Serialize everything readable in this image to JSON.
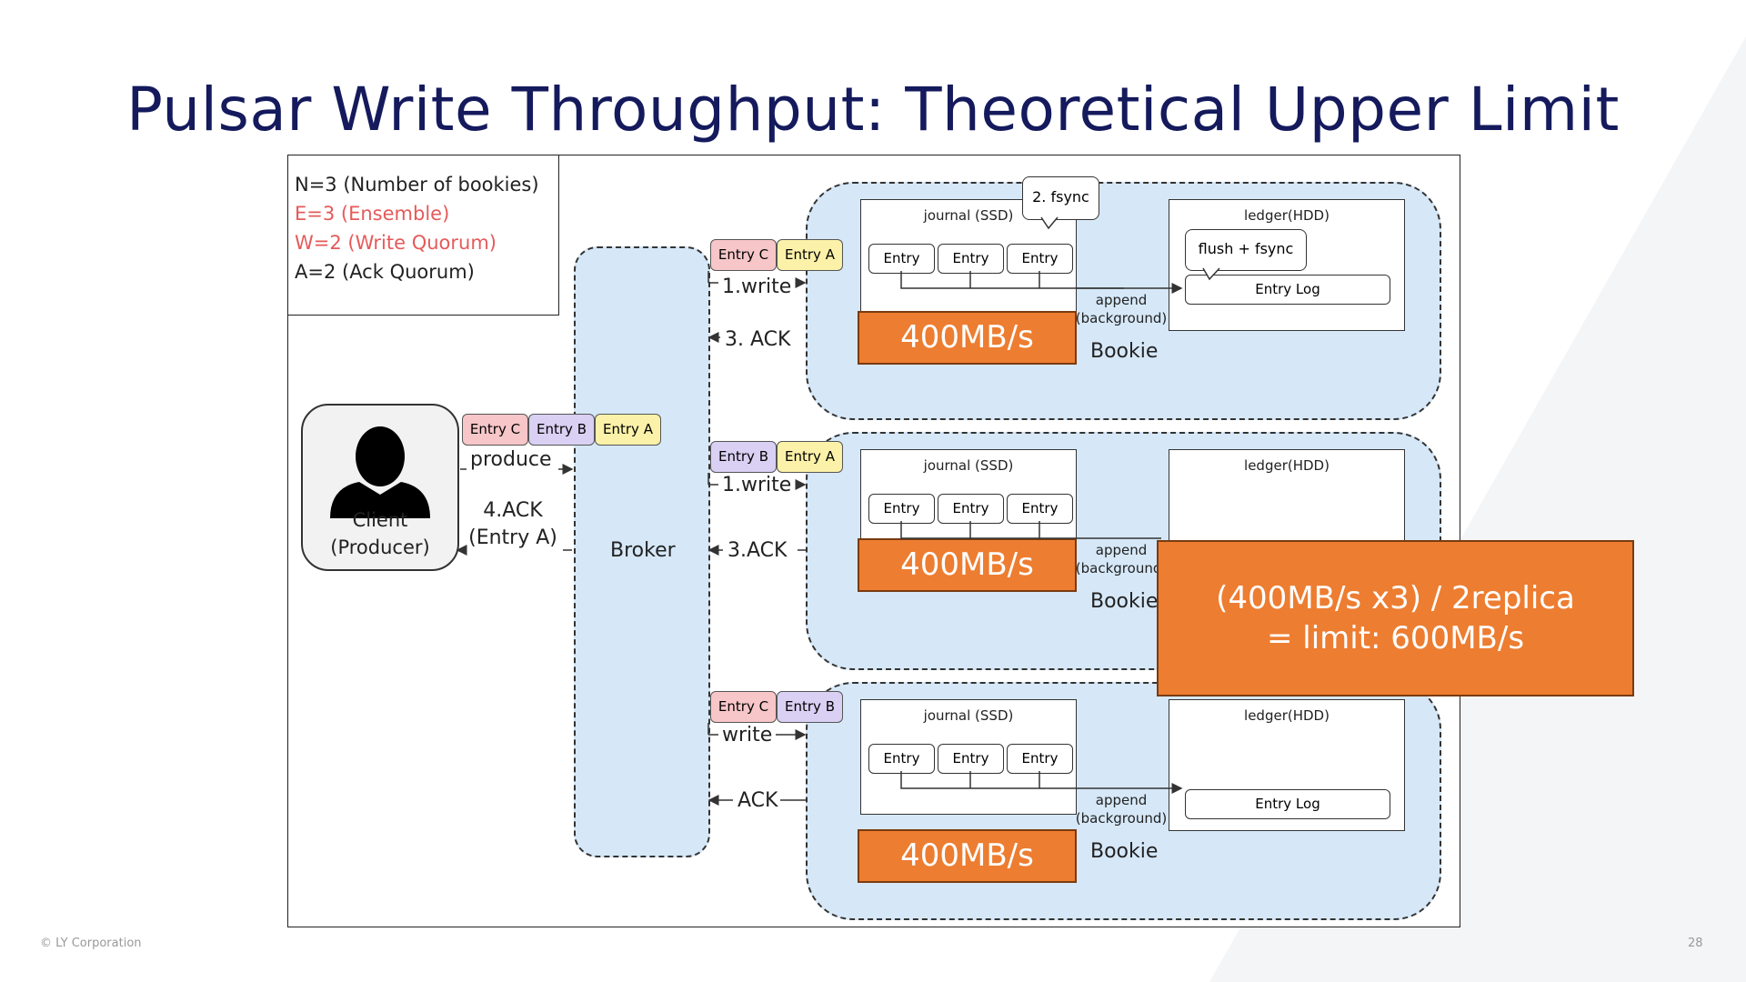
{
  "title": "Pulsar Write Throughput: Theoretical Upper Limit",
  "legend": {
    "n": "N=3 (Number of bookies)",
    "e": "E=3 (Ensemble)",
    "w": "W=2 (Write Quorum)",
    "a": "A=2 (Ack Quorum)"
  },
  "colors": {
    "title": "#141a5c",
    "highlight": "#ed7d31",
    "bookie_bg": "#d6e8f8",
    "legend_red": "#e55a5a"
  },
  "client": {
    "line1": "Client",
    "line2": "(Producer)",
    "icon": "person-icon"
  },
  "client_chips": [
    "Entry C",
    "Entry B",
    "Entry A"
  ],
  "produce_label": "produce",
  "client_ack": {
    "line1": "4.ACK",
    "line2": "(Entry A)"
  },
  "broker_label": "Broker",
  "bookies": [
    {
      "chips": [
        "Entry C",
        "Entry A"
      ],
      "write_label": "1.write",
      "ack_label": "3. ACK",
      "journal_title": "journal (SSD)",
      "entries": [
        "Entry",
        "Entry",
        "Entry"
      ],
      "ledger_title": "ledger(HDD)",
      "fsync_bubble": "2. fsync",
      "flush_bubble": "flush + fsync",
      "entry_log": "Entry Log",
      "append_line1": "append",
      "append_line2": "(background)",
      "rate": "400MB/s",
      "name": "Bookie"
    },
    {
      "chips": [
        "Entry B",
        "Entry A"
      ],
      "write_label": "1.write",
      "ack_label": "3.ACK",
      "journal_title": "journal (SSD)",
      "entries": [
        "Entry",
        "Entry",
        "Entry"
      ],
      "ledger_title": "ledger(HDD)",
      "append_line1": "append",
      "append_line2": "(background)",
      "rate": "400MB/s",
      "name": "Bookie"
    },
    {
      "chips": [
        "Entry C",
        "Entry B"
      ],
      "write_label": "write",
      "ack_label": "ACK",
      "journal_title": "journal (SSD)",
      "entries": [
        "Entry",
        "Entry",
        "Entry"
      ],
      "ledger_title": "ledger(HDD)",
      "entry_log": "Entry Log",
      "append_line1": "append",
      "append_line2": "(background)",
      "rate": "400MB/s",
      "name": "Bookie"
    }
  ],
  "callout": {
    "line1": "(400MB/s x3) / 2replica",
    "line2": "= limit: 600MB/s"
  },
  "footer": {
    "copyright": "© LY Corporation",
    "page": "28"
  }
}
